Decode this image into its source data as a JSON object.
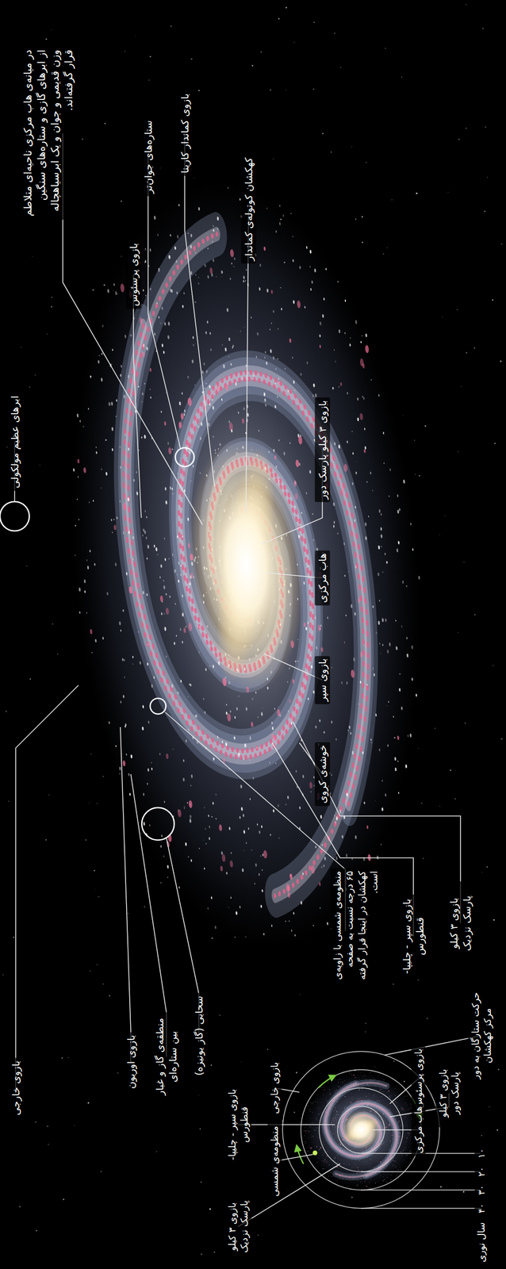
{
  "diagram": {
    "labels": [
      "بازوی کماندار کارینا",
      "ستاره‌های جوان‌تر",
      "در میانه‌ی هاب مرکزی ناحیه‌ای متلاطم از ابرهای گازی و ستاره‌های سنگین وزن قدیمی و جوان و یک ابرسیاهچاله قرار گرفته‌اند.",
      "بازوی پرسئوس",
      "ابرهای عظیم مولکولی",
      "کهکشان کوتوله‌ی کماندار",
      "بازوی ۳ کیلو پارسک دور",
      "هاب مرکزی",
      "بازوی سپر",
      "خوشه‌ی کروی",
      "بازوی ۳ کیلو پارسک نزدیک",
      "بازوی سپر - چلیپا-قنطورس",
      "منظومه‌ی شمسی با زاویه‌ی ۶۵ درجه نسبت به صفحه کهکشان در اینجا قرار گرفته است.",
      "سحابی (گاز یونیزه)",
      "منطقه‌ی گاز و غبار بین ستاره‌ای",
      "بازوی اوریون",
      "بازوی خارجی",
      "حرکت ستارگان به دور مرکز کهکشان",
      "بازوی ۳ کیلو پارسک دور",
      "بازوی پرسئوس",
      "هاب مرکزی",
      "بازوی خارجی",
      "منظومه‌ی شمسی",
      "بازوی سپر - چلیپا-قنطورس",
      "بازوی ۳ کیلو پارسک نزدیک",
      "۱۰",
      "۲۰",
      "۳۰",
      "۴۰",
      "سال نوری"
    ]
  }
}
